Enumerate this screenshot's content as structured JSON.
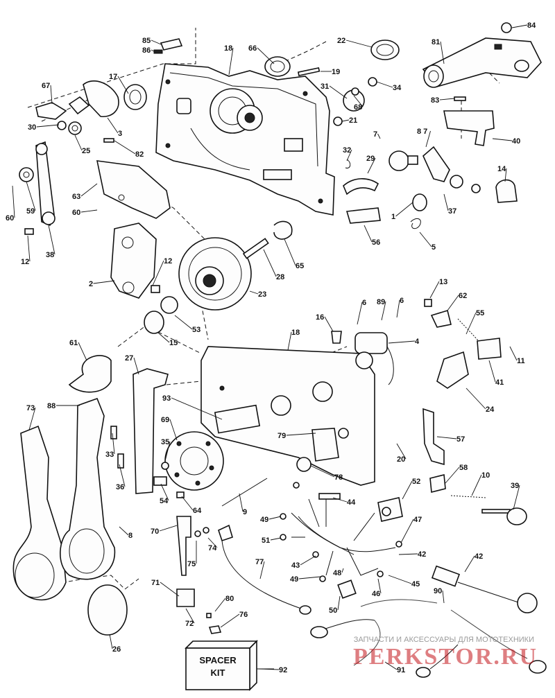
{
  "diagram": {
    "callouts": [
      {
        "id": "85",
        "text": "85"
      },
      {
        "id": "86",
        "text": "86"
      },
      {
        "id": "18a",
        "text": "18"
      },
      {
        "id": "66",
        "text": "66"
      },
      {
        "id": "22",
        "text": "22"
      },
      {
        "id": "81",
        "text": "81"
      },
      {
        "id": "84",
        "text": "84"
      },
      {
        "id": "67",
        "text": "67"
      },
      {
        "id": "17",
        "text": "17"
      },
      {
        "id": "19",
        "text": "19"
      },
      {
        "id": "31",
        "text": "31"
      },
      {
        "id": "34",
        "text": "34"
      },
      {
        "id": "68",
        "text": "68"
      },
      {
        "id": "83",
        "text": "83"
      },
      {
        "id": "21",
        "text": "21"
      },
      {
        "id": "30",
        "text": "30"
      },
      {
        "id": "3",
        "text": "3"
      },
      {
        "id": "25",
        "text": "25"
      },
      {
        "id": "82",
        "text": "82"
      },
      {
        "id": "7",
        "text": "7"
      },
      {
        "id": "87",
        "text": "8 7"
      },
      {
        "id": "40",
        "text": "40"
      },
      {
        "id": "32",
        "text": "32"
      },
      {
        "id": "29",
        "text": "29"
      },
      {
        "id": "14",
        "text": "14"
      },
      {
        "id": "60a",
        "text": "60"
      },
      {
        "id": "59",
        "text": "59"
      },
      {
        "id": "63",
        "text": "63"
      },
      {
        "id": "60b",
        "text": "60"
      },
      {
        "id": "1",
        "text": "1"
      },
      {
        "id": "37",
        "text": "37"
      },
      {
        "id": "56",
        "text": "56"
      },
      {
        "id": "5",
        "text": "5"
      },
      {
        "id": "12a",
        "text": "12"
      },
      {
        "id": "38",
        "text": "38"
      },
      {
        "id": "65",
        "text": "65"
      },
      {
        "id": "12b",
        "text": "12"
      },
      {
        "id": "28",
        "text": "28"
      },
      {
        "id": "2",
        "text": "2"
      },
      {
        "id": "23",
        "text": "23"
      },
      {
        "id": "13",
        "text": "13"
      },
      {
        "id": "62",
        "text": "62"
      },
      {
        "id": "53",
        "text": "53"
      },
      {
        "id": "15",
        "text": "15"
      },
      {
        "id": "6a",
        "text": "6"
      },
      {
        "id": "89",
        "text": "89"
      },
      {
        "id": "6b",
        "text": "6"
      },
      {
        "id": "55",
        "text": "55"
      },
      {
        "id": "16",
        "text": "16"
      },
      {
        "id": "18b",
        "text": "18"
      },
      {
        "id": "4",
        "text": "4"
      },
      {
        "id": "11",
        "text": "11"
      },
      {
        "id": "61",
        "text": "61"
      },
      {
        "id": "27",
        "text": "27"
      },
      {
        "id": "41",
        "text": "41"
      },
      {
        "id": "24",
        "text": "24"
      },
      {
        "id": "93",
        "text": "93"
      },
      {
        "id": "73",
        "text": "73"
      },
      {
        "id": "88",
        "text": "88"
      },
      {
        "id": "69",
        "text": "69"
      },
      {
        "id": "79",
        "text": "79"
      },
      {
        "id": "57",
        "text": "57"
      },
      {
        "id": "33",
        "text": "33"
      },
      {
        "id": "35",
        "text": "35"
      },
      {
        "id": "20",
        "text": "20"
      },
      {
        "id": "36",
        "text": "36"
      },
      {
        "id": "78",
        "text": "78"
      },
      {
        "id": "58",
        "text": "58"
      },
      {
        "id": "10",
        "text": "10"
      },
      {
        "id": "54",
        "text": "54"
      },
      {
        "id": "52",
        "text": "52"
      },
      {
        "id": "39",
        "text": "39"
      },
      {
        "id": "64",
        "text": "64"
      },
      {
        "id": "9",
        "text": "9"
      },
      {
        "id": "44",
        "text": "44"
      },
      {
        "id": "49a",
        "text": "49"
      },
      {
        "id": "70",
        "text": "70"
      },
      {
        "id": "8",
        "text": "8"
      },
      {
        "id": "47",
        "text": "47"
      },
      {
        "id": "51",
        "text": "51"
      },
      {
        "id": "74",
        "text": "74"
      },
      {
        "id": "75",
        "text": "75"
      },
      {
        "id": "42a",
        "text": "42"
      },
      {
        "id": "43",
        "text": "43"
      },
      {
        "id": "77",
        "text": "77"
      },
      {
        "id": "42b",
        "text": "42"
      },
      {
        "id": "48",
        "text": "48"
      },
      {
        "id": "45",
        "text": "45"
      },
      {
        "id": "49b",
        "text": "49"
      },
      {
        "id": "71",
        "text": "71"
      },
      {
        "id": "46",
        "text": "46"
      },
      {
        "id": "80",
        "text": "80"
      },
      {
        "id": "90",
        "text": "90"
      },
      {
        "id": "50",
        "text": "50"
      },
      {
        "id": "72",
        "text": "72"
      },
      {
        "id": "76",
        "text": "76"
      },
      {
        "id": "26",
        "text": "26"
      },
      {
        "id": "91",
        "text": "91"
      },
      {
        "id": "92",
        "text": "92"
      }
    ],
    "spacer_kit": {
      "line1": "SPACER",
      "line2": "KIT"
    },
    "watermark": {
      "caption": "ЗАПЧАСТИ И АКСЕССУАРЫ ДЛЯ МОТОТЕХНИКИ",
      "brand": "PERKSTOR.RU"
    }
  }
}
